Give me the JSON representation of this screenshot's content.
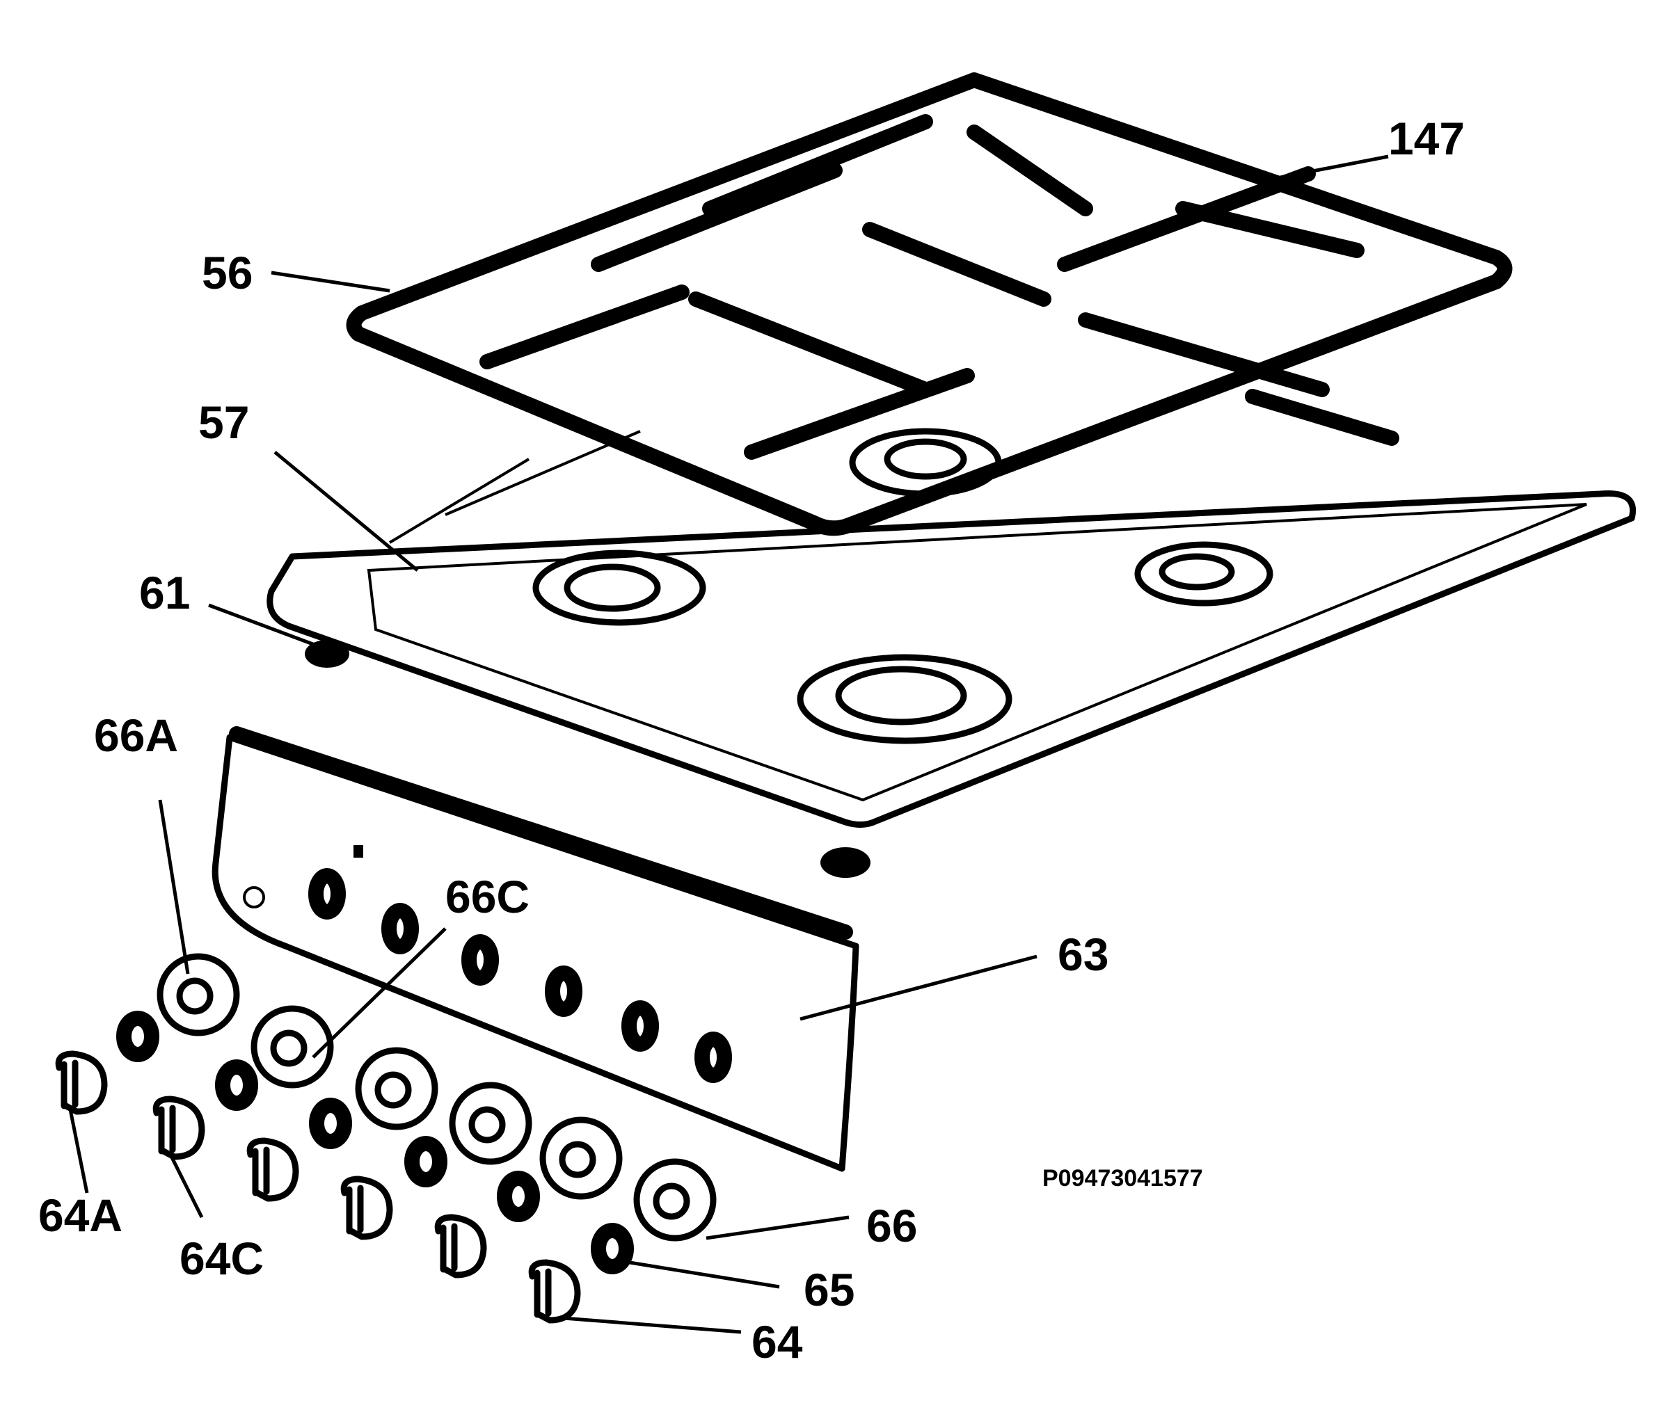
{
  "labels": {
    "l147": "147",
    "l56": "56",
    "l57": "57",
    "l61": "61",
    "l66A": "66A",
    "l66C": "66C",
    "l63": "63",
    "l64A": "64A",
    "l64C": "64C",
    "l66": "66",
    "l65": "65",
    "l64": "64"
  },
  "reference": "P09473041577"
}
